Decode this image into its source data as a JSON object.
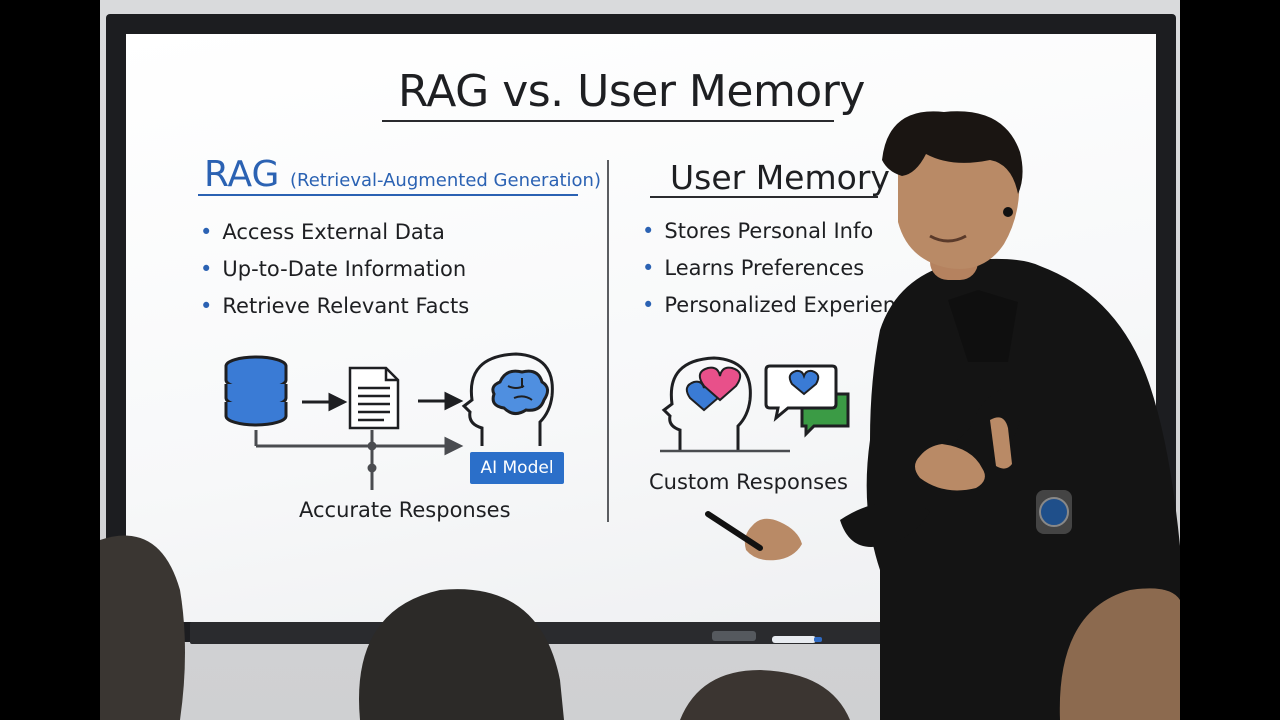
{
  "board": {
    "title": "RAG vs. User Memory",
    "rag": {
      "heading": "RAG",
      "subheading": "(Retrieval-Augmented Generation)",
      "bullets": [
        "Access External Data",
        "Up-to-Date Information",
        "Retrieve Relevant Facts"
      ],
      "model_label": "AI Model",
      "caption": "Accurate Responses"
    },
    "memory": {
      "heading": "User Memory",
      "bullets": [
        "Stores Personal Info",
        "Learns Preferences",
        "Personalized Experience"
      ],
      "caption": "Custom Responses"
    }
  },
  "colors": {
    "accent_blue": "#2b62b3",
    "heart_pink": "#e8508a",
    "bubble_green": "#3b9b45",
    "ink": "#1e1f22",
    "board_frame": "#1c1d20"
  },
  "icons": [
    "database-icon",
    "arrow-right-icon",
    "document-icon",
    "brain-head-icon",
    "heart-head-icon",
    "chat-bubble-heart-icon"
  ]
}
